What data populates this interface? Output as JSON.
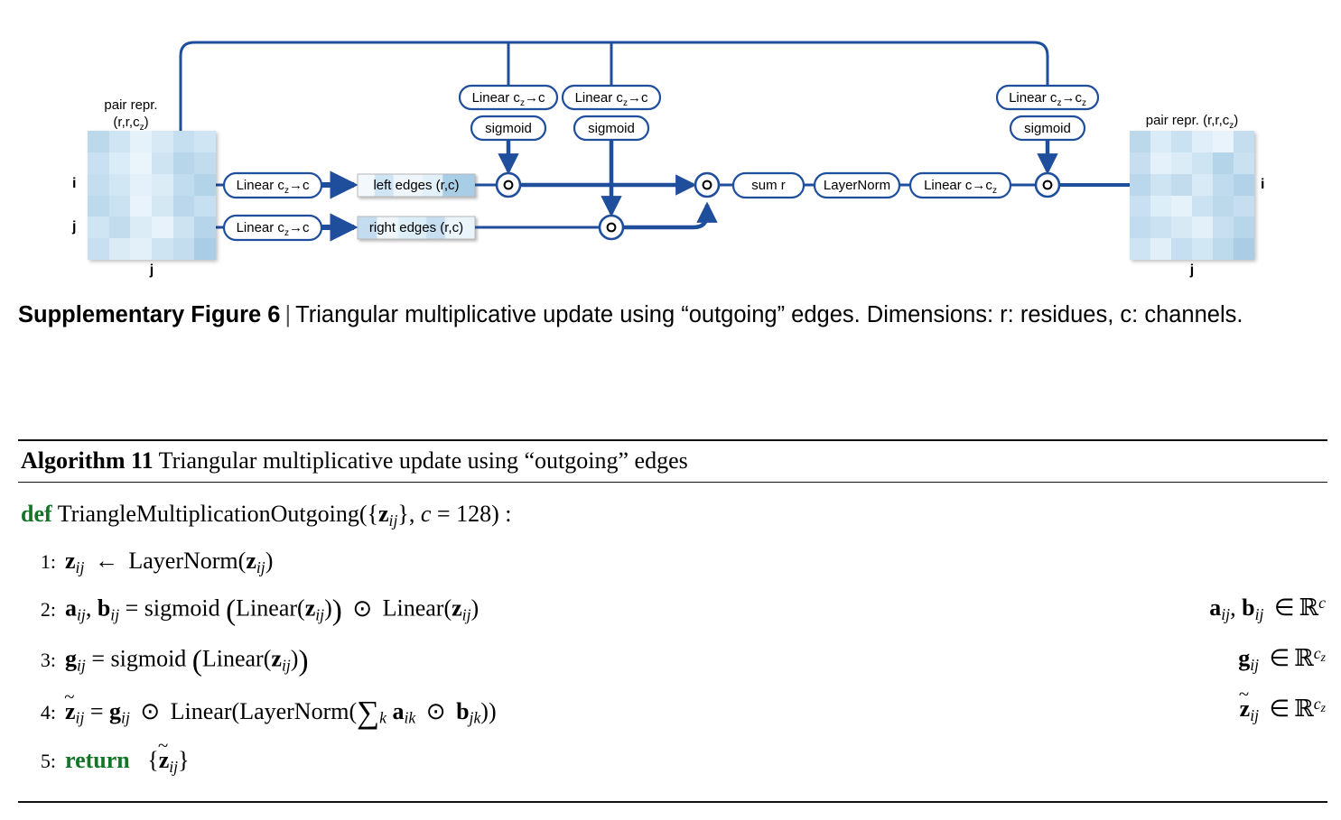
{
  "figure": {
    "left_matrix": {
      "title_line1": "pair repr.",
      "title_line2": "(r,r,c",
      "title_line2_sub": "z",
      "title_line2_end": ")",
      "row_label_i": "i",
      "row_label_j": "j",
      "col_label_j": "j"
    },
    "right_matrix": {
      "title": "pair repr. (r,r,c",
      "title_sub": "z",
      "title_end": ")",
      "row_label_i": "i",
      "col_label_j": "j"
    },
    "nodes": {
      "linear_left": "Linear c",
      "linear_left_sub": "z",
      "linear_left_end": "→c",
      "linear_right": "Linear c",
      "linear_right_sub": "z",
      "linear_right_end": "→c",
      "gate_a_linear": "Linear c",
      "gate_a_linear_sub": "z",
      "gate_a_linear_end": "→c",
      "gate_b_linear": "Linear c",
      "gate_b_linear_sub": "z",
      "gate_b_linear_end": "→c",
      "gate_out_linear": "Linear c",
      "gate_out_linear_sub": "z",
      "gate_out_linear_end": "→c",
      "gate_out_linear_sub2": "z",
      "sigmoid_a": "sigmoid",
      "sigmoid_b": "sigmoid",
      "sigmoid_out": "sigmoid",
      "left_edges": "left edges (r,c)",
      "right_edges": "right edges (r,c)",
      "sum_r": "sum r",
      "layernorm": "LayerNorm",
      "linear_out": "Linear c→c",
      "linear_out_sub": "z",
      "mult_glyph": "○"
    },
    "colors": {
      "line_blue": "#1f4e9c",
      "highlight_red": "#8c1a1a",
      "matrix_light": "#e3f0f8",
      "matrix_mid": "#bcd9ec",
      "matrix_dark": "#9cc6e3"
    },
    "left_matrix_cells": [
      [
        "#bcd9ec",
        "#cfe5f3",
        "#e6f2fa",
        "#d7e9f5",
        "#c6dff0",
        "#d0e5f3"
      ],
      [
        "#c8e0f1",
        "#d9ecf7",
        "#e9f4fb",
        "#cfe4f2",
        "#b7d6ea",
        "#c2dcee"
      ],
      [
        "#c4ddef",
        "#d2e7f4",
        "#e4f1fa",
        "#dbecf7",
        "#c1dbef",
        "#b3d3e9"
      ],
      [
        "#bdd9ec",
        "#cbe2f2",
        "#e8f3fb",
        "#d4e8f4",
        "#bad7eb",
        "#c7e0f1"
      ],
      [
        "#d0e5f3",
        "#c2dcee",
        "#dcecf7",
        "#e7f2fa",
        "#cde3f2",
        "#b6d5ea"
      ],
      [
        "#c7dff0",
        "#daebf6",
        "#e3f0f9",
        "#cfe4f2",
        "#c3ddef",
        "#a9cde5"
      ]
    ],
    "right_matrix_cells": [
      [
        "#bcd9ec",
        "#d9ecf7",
        "#c9e1f1",
        "#dfeef8",
        "#e8f3fb",
        "#c4ddef"
      ],
      [
        "#c6def0",
        "#e4f1fa",
        "#dbecf7",
        "#cfe4f2",
        "#b4d4e9",
        "#c9e1f1"
      ],
      [
        "#bad7eb",
        "#cfe4f2",
        "#c2dcee",
        "#d8eaf6",
        "#c0dbee",
        "#b1d2e8"
      ],
      [
        "#c8e0f1",
        "#dceef8",
        "#e6f2fa",
        "#cae2f2",
        "#bcd9ec",
        "#c6def0"
      ],
      [
        "#c1dbef",
        "#cbe2f2",
        "#d6e9f5",
        "#e3f0f9",
        "#c7dff0",
        "#b7d6ea"
      ],
      [
        "#cee4f2",
        "#e0eff8",
        "#c5def0",
        "#d2e7f4",
        "#bdd9ec",
        "#aacce4"
      ]
    ]
  },
  "caption": {
    "bold_prefix": "Supplementary Figure 6",
    "separator": "|",
    "text": "Triangular multiplicative update using “outgoing” edges. Dimensions: r: residues, c: channels."
  },
  "algorithm": {
    "title_bold": "Algorithm 11",
    "title_rest": "Triangular multiplicative update using “outgoing” edges",
    "def_keyword": "def",
    "def_name": "TriangleMultiplicationOutgoing",
    "def_args_open": "({",
    "def_arg_z": "z",
    "def_arg_z_sub": "ij",
    "def_args_mid": "},",
    "def_c": "c",
    "def_eq": "=",
    "def_c_value": "128",
    "def_close": ") :",
    "lines": [
      {
        "num": "1:",
        "content": "z_ij ← LayerNorm(z_ij)",
        "annotation": ""
      },
      {
        "num": "2:",
        "content": "a_ij, b_ij = sigmoid (Linear(z_ij)) ⊙ Linear(z_ij)",
        "annotation": "a_ij, b_ij ∈ R^c"
      },
      {
        "num": "3:",
        "content": "g_ij = sigmoid (Linear(z_ij))",
        "annotation": "g_ij ∈ R^cz"
      },
      {
        "num": "4:",
        "content": "z~_ij = g_ij ⊙ Linear(LayerNorm(∑_k a_ik ⊙ b_jk))",
        "annotation": "z~_ij ∈ R^cz"
      },
      {
        "num": "5:",
        "content": "return {z~_ij}",
        "annotation": ""
      }
    ],
    "return_keyword": "return",
    "symbols": {
      "assign": "←",
      "hadamard": "⊙",
      "elem": "∈",
      "sum": "∑",
      "reals": "R",
      "layernorm": "LayerNorm",
      "linear": "Linear",
      "sigmoid": "sigmoid"
    }
  }
}
